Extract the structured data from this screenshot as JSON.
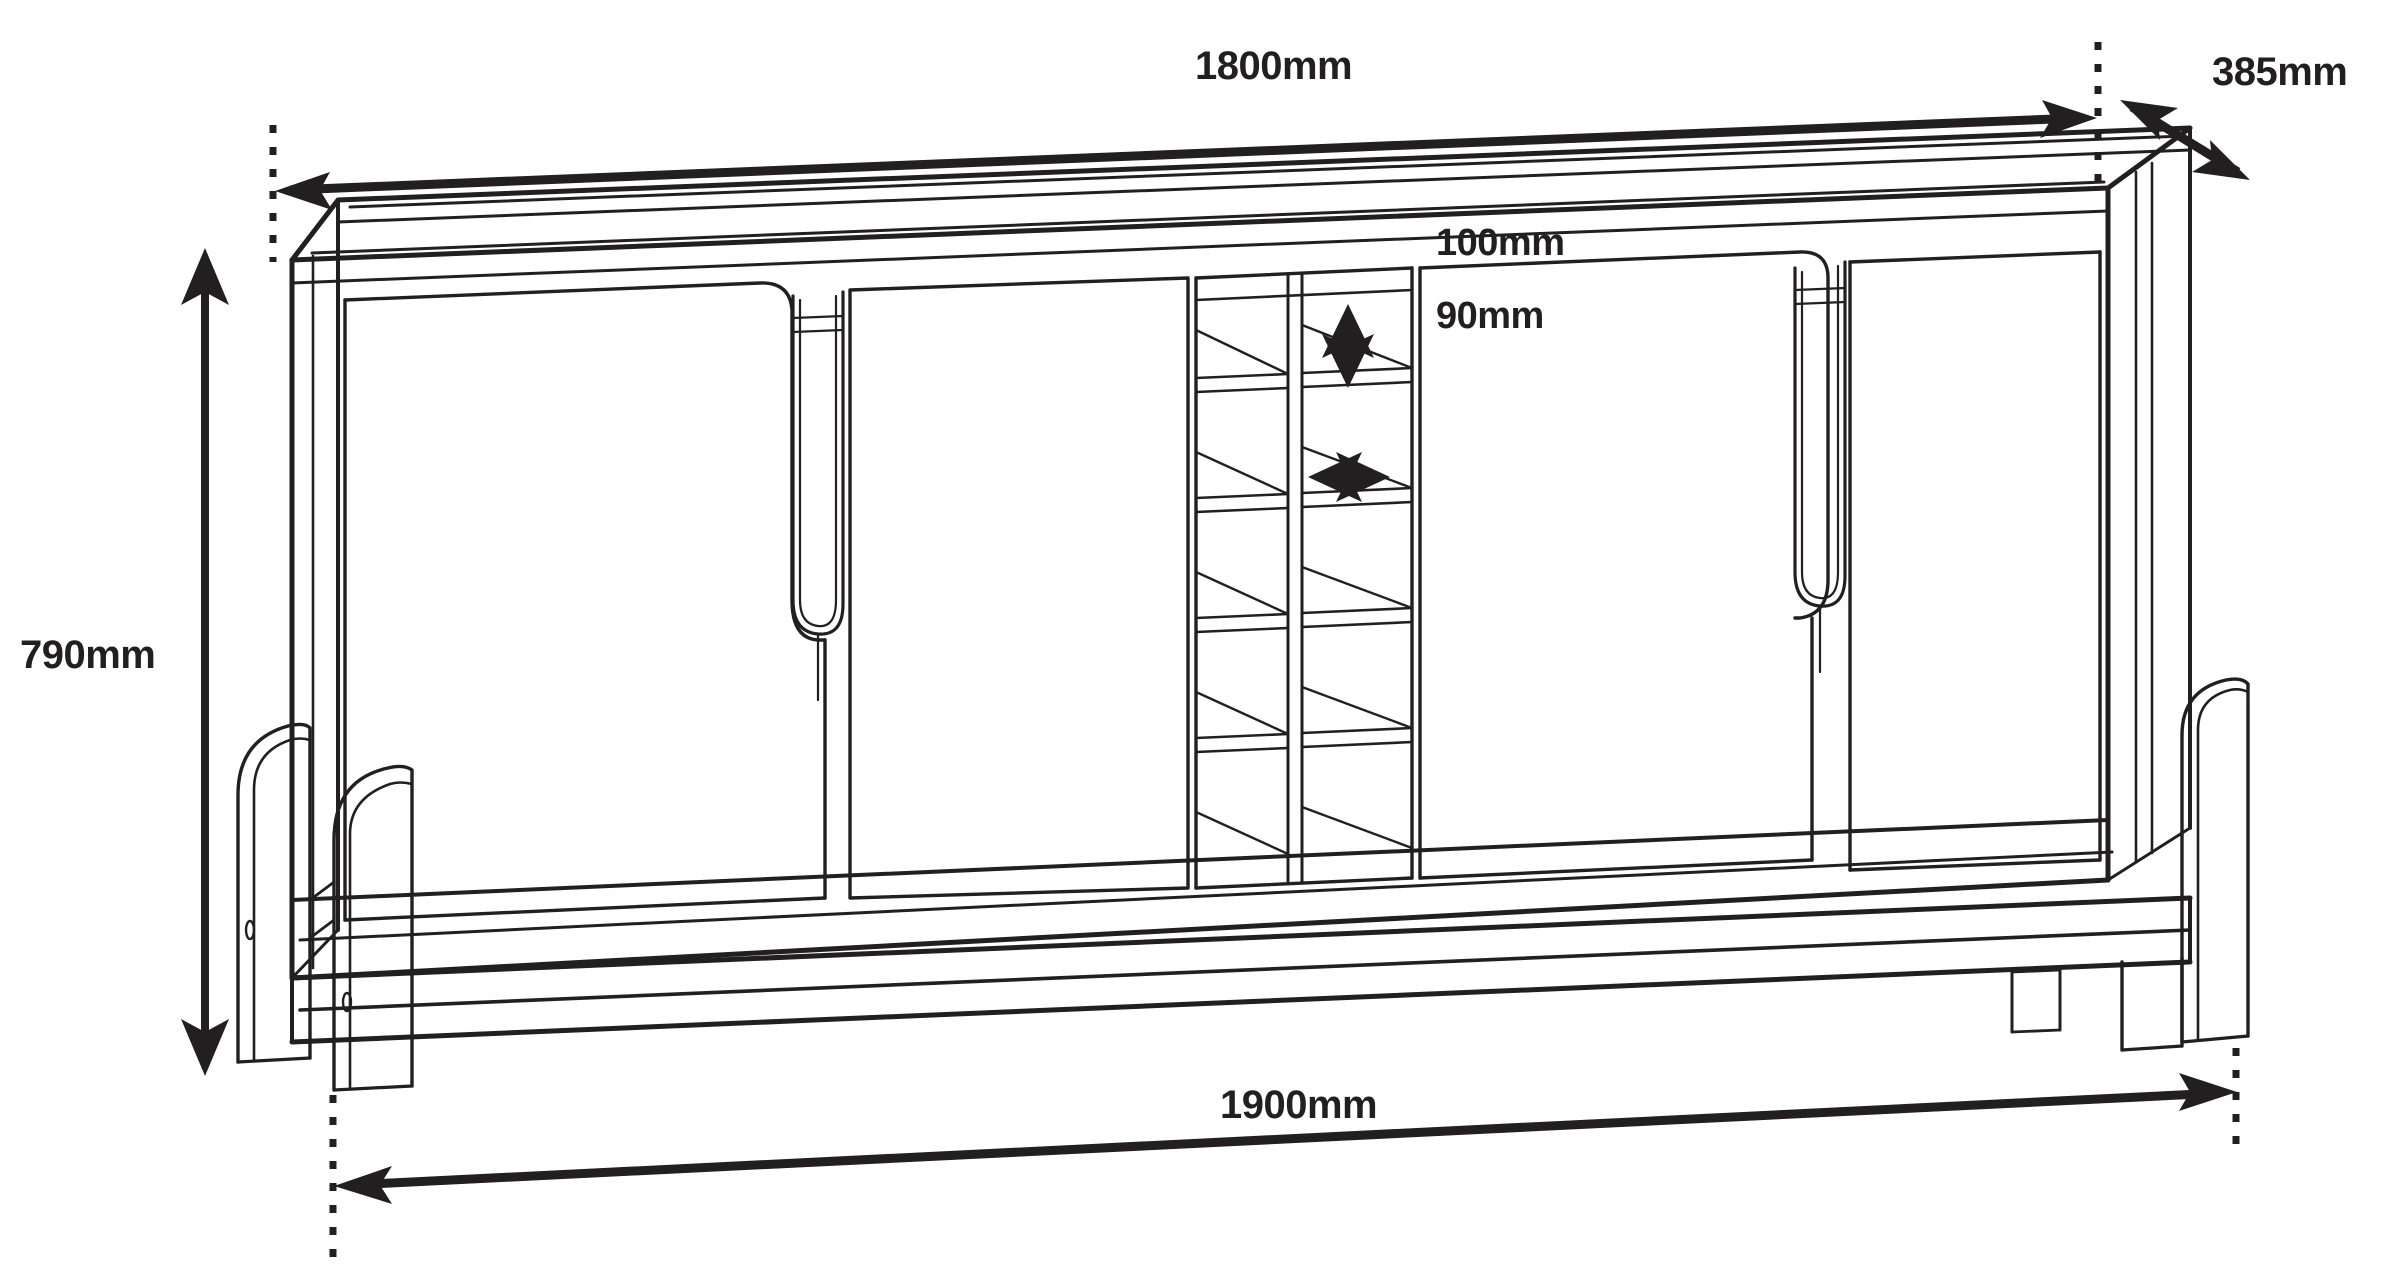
{
  "drawing": {
    "type": "technical-line-drawing",
    "subject": "sideboard-cabinet",
    "view": "front-perspective",
    "background_color": "#ffffff",
    "line_color": "#231f20",
    "text_color": "#231f20"
  },
  "dimensions": {
    "width_top": {
      "label": "1800mm",
      "meaning": "cabinet-body-width",
      "orientation": "horizontal",
      "arrow": "double",
      "position": "top"
    },
    "depth": {
      "label": "385mm",
      "meaning": "cabinet-depth",
      "orientation": "diagonal",
      "arrow": "double",
      "position": "top-right"
    },
    "height": {
      "label": "790mm",
      "meaning": "overall-height",
      "orientation": "vertical",
      "arrow": "double",
      "position": "left"
    },
    "shelf_height": {
      "label": "100mm",
      "meaning": "open-shelf-compartment-height",
      "orientation": "vertical",
      "arrow": "double",
      "position": "center"
    },
    "shelf_width": {
      "label": "90mm",
      "meaning": "open-shelf-compartment-width",
      "orientation": "horizontal",
      "arrow": "double",
      "position": "center"
    },
    "width_bottom": {
      "label": "1900mm",
      "meaning": "overall-width-including-legs",
      "orientation": "horizontal",
      "arrow": "double",
      "position": "bottom"
    }
  },
  "cabinet": {
    "doors": [
      {
        "name": "door-left-outer"
      },
      {
        "name": "door-left-inner"
      },
      {
        "name": "door-right-inner"
      },
      {
        "name": "door-right-outer"
      }
    ],
    "handles": [
      {
        "name": "handle-groove-left"
      },
      {
        "name": "handle-groove-right"
      }
    ],
    "open_shelving": {
      "columns": 2,
      "rows": 5
    },
    "legs": [
      {
        "name": "leg-front-left"
      },
      {
        "name": "leg-back-left"
      },
      {
        "name": "leg-front-right"
      },
      {
        "name": "leg-back-right"
      },
      {
        "name": "leg-center-rear"
      }
    ]
  }
}
